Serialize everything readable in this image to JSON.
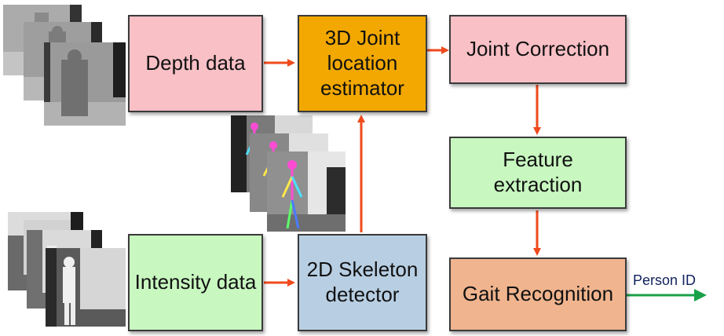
{
  "boxes": {
    "depth": {
      "label": "Depth data",
      "fill": "#f9c0c6"
    },
    "joint_estimator": {
      "label": "3D Joint\nlocation\nestimator",
      "fill": "#f2a800"
    },
    "joint_correction": {
      "label": "Joint Correction",
      "fill": "#f9c0c6"
    },
    "feature_extraction": {
      "label": "Feature\nextraction",
      "fill": "#c8f7c0"
    },
    "intensity": {
      "label": "Intensity data",
      "fill": "#c8f7c0"
    },
    "skeleton_detector": {
      "label": "2D Skeleton\ndetector",
      "fill": "#b8cfe3"
    },
    "gait_recognition": {
      "label": "Gait Recognition",
      "fill": "#f0b48e"
    }
  },
  "output_label": "Person ID",
  "colors": {
    "arrow": "#ef4a1c",
    "output_arrow": "#1aa14a",
    "output_text": "#10215e"
  }
}
